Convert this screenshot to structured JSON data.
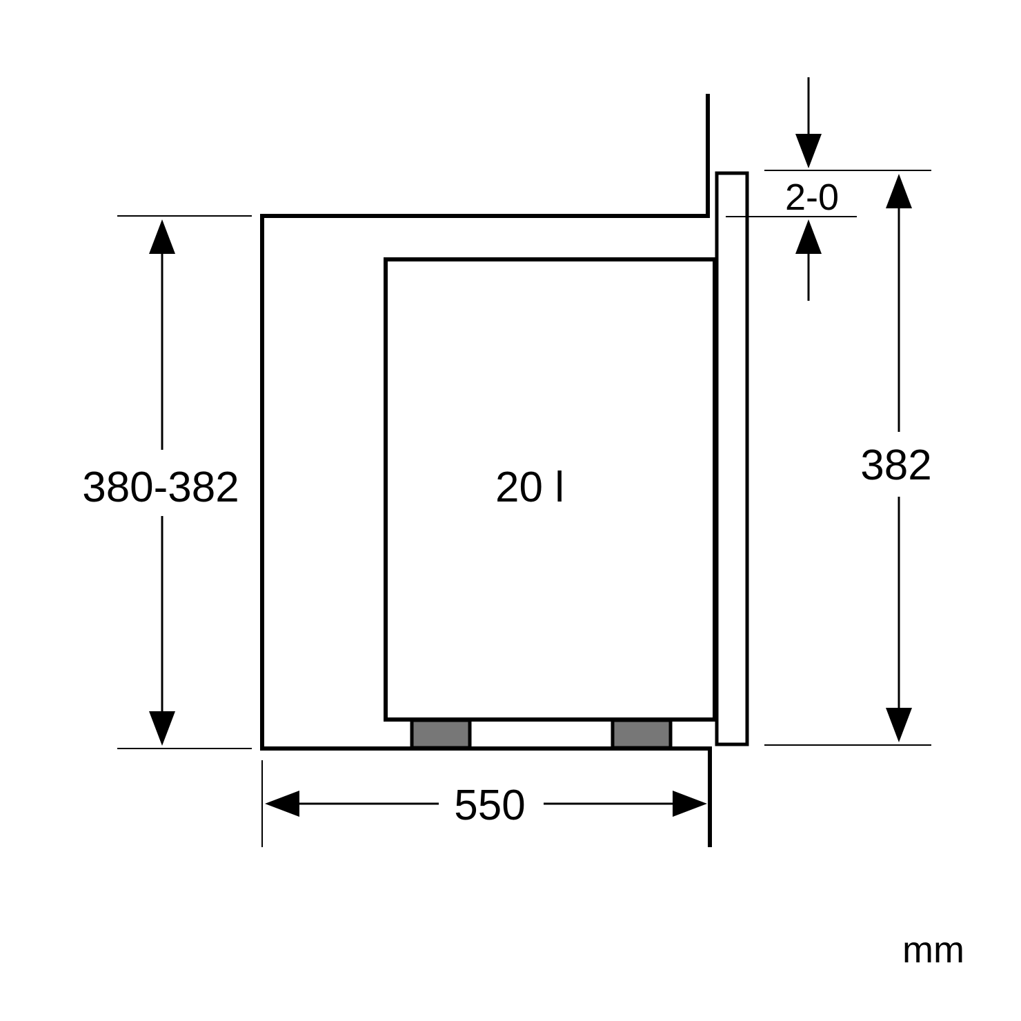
{
  "labels": {
    "cavity_height": "380-382",
    "volume": "20 l",
    "appliance_height": "382",
    "gap": "2-0",
    "cavity_depth": "550",
    "unit": "mm"
  },
  "colors": {
    "line": "#000000",
    "background": "#ffffff",
    "feet": "#777777"
  }
}
